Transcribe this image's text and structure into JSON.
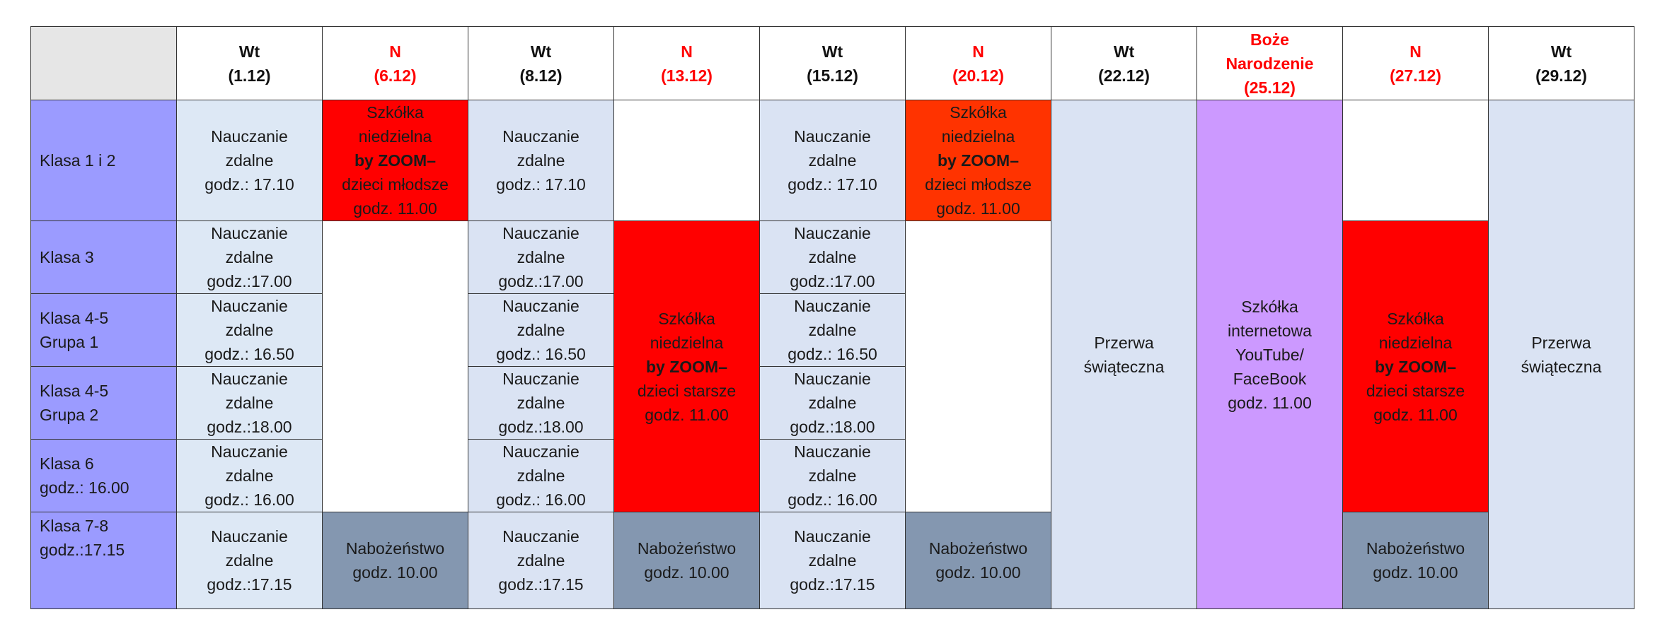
{
  "header": {
    "cols": [
      {
        "l1": "Wt",
        "l2": "(1.12)",
        "l3": "",
        "red": false
      },
      {
        "l1": "N",
        "l2": "(6.12)",
        "l3": "",
        "red": true
      },
      {
        "l1": "Wt",
        "l2": "(8.12)",
        "l3": "",
        "red": false
      },
      {
        "l1": "N",
        "l2": "(13.12)",
        "l3": "",
        "red": true
      },
      {
        "l1": "Wt",
        "l2": "(15.12)",
        "l3": "",
        "red": false
      },
      {
        "l1": "N",
        "l2": "(20.12)",
        "l3": "",
        "red": true
      },
      {
        "l1": "Wt",
        "l2": "(22.12)",
        "l3": "",
        "red": false
      },
      {
        "l1": "Boże",
        "l2": "Narodzenie",
        "l3": "(25.12)",
        "red": true
      },
      {
        "l1": "N",
        "l2": "(27.12)",
        "l3": "",
        "red": true
      },
      {
        "l1": "Wt",
        "l2": "(29.12)",
        "l3": "",
        "red": false
      }
    ]
  },
  "rows": [
    {
      "l1": "Klasa 1 i 2",
      "l2": ""
    },
    {
      "l1": "Klasa 3",
      "l2": ""
    },
    {
      "l1": "Klasa 4-5",
      "l2": "Grupa 1"
    },
    {
      "l1": "Klasa 4-5",
      "l2": "Grupa 2"
    },
    {
      "l1": "Klasa 6",
      "l2": "godz.: 16.00"
    },
    {
      "l1": "Klasa 7-8",
      "l2": "godz.:17.15"
    }
  ],
  "cells": {
    "remote_1": {
      "l1": "Nauczanie",
      "l2": "zdalne",
      "l3": "godz.: 17.10"
    },
    "remote_3": {
      "l1": "Nauczanie",
      "l2": "zdalne",
      "l3": "godz.:17.00"
    },
    "remote_45a": {
      "l1": "Nauczanie",
      "l2": "zdalne",
      "l3": "godz.: 16.50"
    },
    "remote_45b": {
      "l1": "Nauczanie",
      "l2": "zdalne",
      "l3": "godz.:18.00"
    },
    "remote_6": {
      "l1": "Nauczanie",
      "l2": "zdalne",
      "l3": "godz.: 16.00"
    },
    "remote_78": {
      "l1": "Nauczanie",
      "l2": "zdalne",
      "l3": "godz.:17.15"
    },
    "sunday_young": {
      "l1": "Szkółka",
      "l2": "niedzielna",
      "l3": "by ZOOM–",
      "l4": "dzieci młodsze",
      "l5": "godz. 11.00"
    },
    "sunday_older": {
      "l1": "Szkółka",
      "l2": "niedzielna",
      "l3": "by ZOOM–",
      "l4": "dzieci starsze",
      "l5": "godz. 11.00"
    },
    "service": {
      "l1": "Nabożeństwo",
      "l2": "godz. 10.00"
    },
    "holiday_break": {
      "l1": "Przerwa",
      "l2": "świąteczna"
    },
    "internet_school": {
      "l1": "Szkółka",
      "l2": "internetowa",
      "l3": "YouTube/",
      "l4": "FaceBook",
      "l5": "godz. 11.00"
    }
  }
}
